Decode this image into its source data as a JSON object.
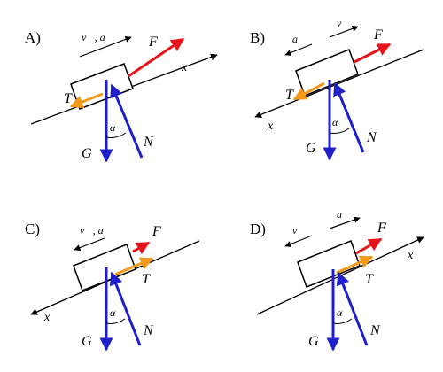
{
  "colors": {
    "force_F": "#e8141c",
    "force_T": "#f39a1b",
    "force_G_N": "#1f1fcc",
    "line": "#000000"
  },
  "panels": [
    {
      "option": "A)",
      "arrow1_label": "v⃗, a⃗",
      "arrow2_label": "",
      "labels": {
        "F": "F⃗",
        "T": "T⃗",
        "G": "G⃗",
        "N": "N⃗",
        "alpha": "α",
        "x": "x"
      }
    },
    {
      "option": "B)",
      "arrow1_label": "a⃗",
      "arrow2_label": "v⃗",
      "labels": {
        "F": "F⃗",
        "T": "T⃗",
        "G": "G⃗",
        "N": "N⃗",
        "alpha": "α",
        "x": "x"
      }
    },
    {
      "option": "C)",
      "arrow1_label": "v⃗, a⃗",
      "arrow2_label": "",
      "labels": {
        "F": "F⃗",
        "T": "T⃗",
        "G": "G⃗",
        "N": "N⃗",
        "alpha": "α",
        "x": "x"
      }
    },
    {
      "option": "D)",
      "arrow1_label": "v⃗",
      "arrow2_label": "a⃗",
      "labels": {
        "F": "F⃗",
        "T": "T⃗",
        "G": "G⃗",
        "N": "N⃗",
        "alpha": "α",
        "x": "x"
      }
    }
  ]
}
